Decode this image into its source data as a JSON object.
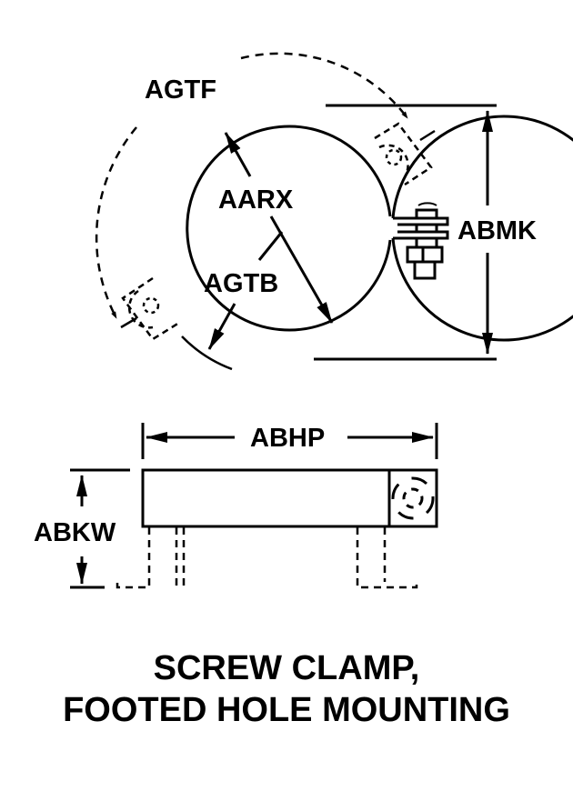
{
  "labels": {
    "agtf": "AGTF",
    "aarx": "AARX",
    "agtb": "AGTB",
    "abmk": "ABMK",
    "abhp": "ABHP",
    "abkw": "ABKW"
  },
  "caption": {
    "line1": "SCREW CLAMP,",
    "line2": "FOOTED HOLE MOUNTING"
  },
  "colors": {
    "ink": "#000000",
    "paper": "#ffffff"
  }
}
